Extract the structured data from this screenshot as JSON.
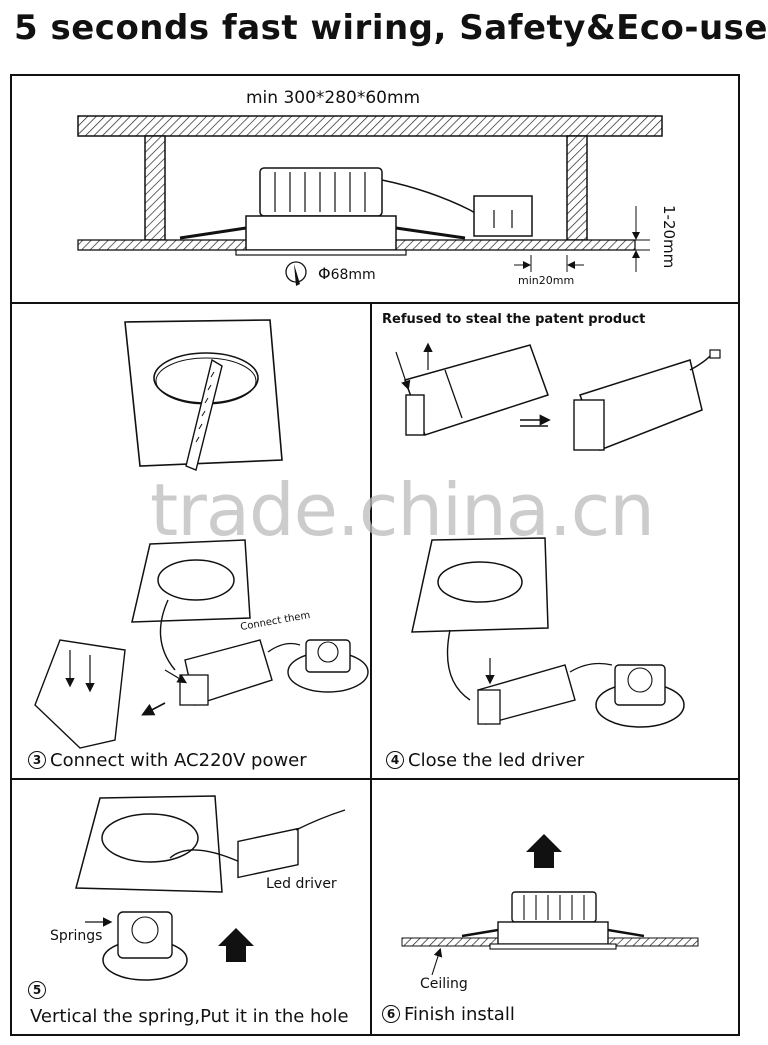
{
  "header": {
    "title": "5 seconds fast wiring, Safety&Eco-use"
  },
  "panel1": {
    "dimension": "min 300*280*60mm",
    "hole_symbol": "Φ",
    "hole_size": "68mm",
    "edge_gap": "min20mm",
    "thickness": "1-20mm"
  },
  "panel2": {
    "heading": "Refused to steal the patent product"
  },
  "panel3": {
    "number": "3",
    "caption": "Connect with AC220V power",
    "callout": "Connect them"
  },
  "panel4": {
    "number": "4",
    "caption": "Close the led driver"
  },
  "panel5": {
    "number": "5",
    "caption": "Vertical the spring,Put it in the hole",
    "label_driver": "Led driver",
    "label_springs": "Springs"
  },
  "panel6": {
    "number": "6",
    "caption": "Finish install",
    "label_ceiling": "Ceiling"
  },
  "watermark": {
    "text": "trade.china.cn"
  }
}
